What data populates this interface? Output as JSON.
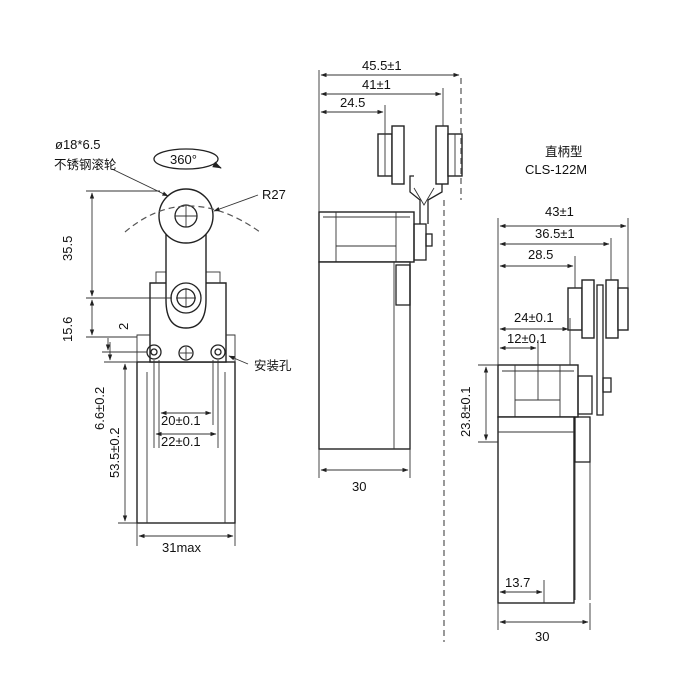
{
  "labels": {
    "roller_spec": "ø18*6.5",
    "roller_material": "不锈钢滚轮",
    "rotation": "360°",
    "radius": "R27",
    "mounting_hole": "安装孔",
    "model_type": "直柄型",
    "model_number": "CLS-122M"
  },
  "front_dims": {
    "h_35_5": "35.5",
    "h_15_6": "15.6",
    "w_2": "2",
    "h_6_6": "6.6±0.2",
    "h_53_5": "53.5±0.2",
    "w_20": "20±0.1",
    "w_22": "22±0.1",
    "w_31": "31max"
  },
  "side_dims": {
    "w_45_5": "45.5±1",
    "w_41": "41±1",
    "w_24_5": "24.5",
    "w_30": "30"
  },
  "right_dims": {
    "w_43": "43±1",
    "w_36_5": "36.5±1",
    "w_28_5": "28.5",
    "w_24": "24±0.1",
    "w_12": "12±0.1",
    "h_23_8": "23.8±0.1",
    "w_13_7": "13.7",
    "w_30": "30"
  }
}
